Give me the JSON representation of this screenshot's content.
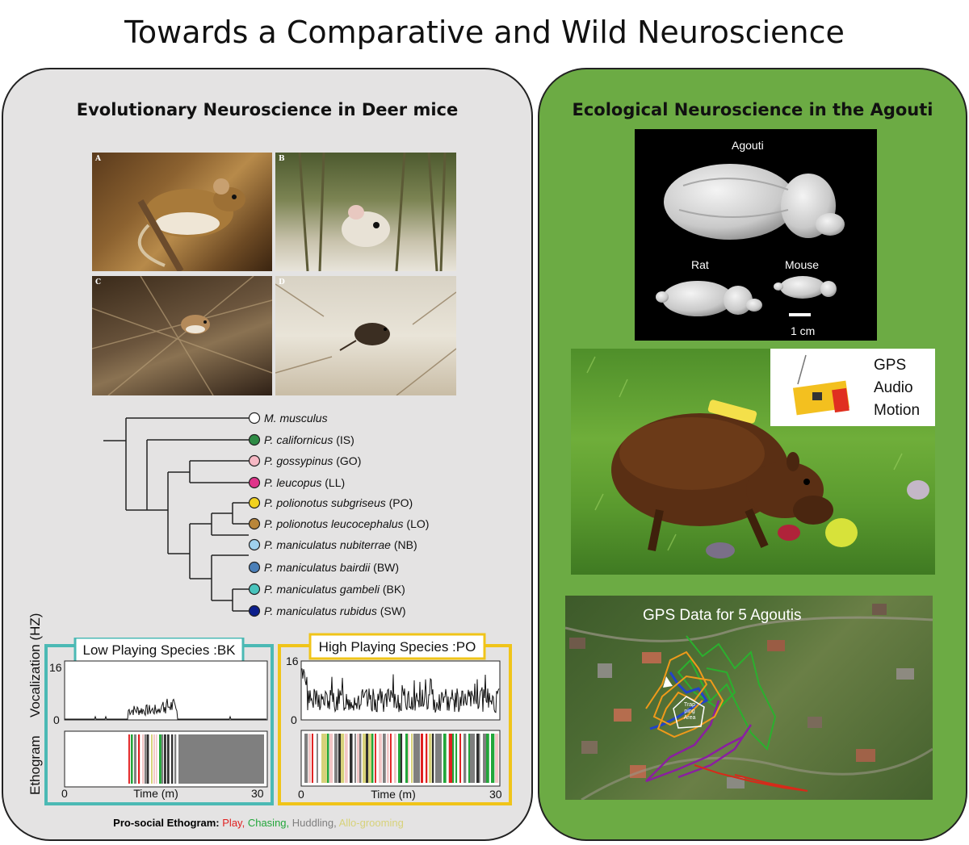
{
  "title": "Towards a Comparative and Wild Neuroscience",
  "left_panel": {
    "title": "Evolutionary Neuroscience in Deer mice",
    "photo_letters": [
      "A",
      "B",
      "C",
      "D"
    ],
    "phylogeny": [
      {
        "name": "M. musculus",
        "code": "",
        "color": "#ffffff"
      },
      {
        "name": "P. californicus",
        "code": "(IS)",
        "color": "#2e8b45"
      },
      {
        "name": "P. gossypinus",
        "code": "(GO)",
        "color": "#f6b8c4"
      },
      {
        "name": "P. leucopus",
        "code": "(LL)",
        "color": "#e0338a"
      },
      {
        "name": "P. polionotus subgriseus",
        "code": "(PO)",
        "color": "#f2d21e"
      },
      {
        "name": "P. polionotus leucocephalus",
        "code": "(LO)",
        "color": "#b9863a"
      },
      {
        "name": "P. maniculatus nubiterrae",
        "code": "(NB)",
        "color": "#9fd1ee"
      },
      {
        "name": "P. maniculatus bairdii",
        "code": "(BW)",
        "color": "#4a7fb8"
      },
      {
        "name": "P. maniculatus gambeli",
        "code": "(BK)",
        "color": "#49c4bd"
      },
      {
        "name": "P. maniculatus rubidus",
        "code": "(SW)",
        "color": "#0c1f8c"
      }
    ],
    "vocalization_axis": "Vocalization (HZ)",
    "ethogram_axis": "Ethogram",
    "low": {
      "title": "Low Playing Species :BK",
      "frame_color": "#4bb9b4",
      "y_max": "16",
      "y_min": "0",
      "x_min": "0",
      "x_max": "30",
      "x_label": "Time (m)"
    },
    "high": {
      "title": "High Playing Species :PO",
      "frame_color": "#f0c419",
      "y_max": "16",
      "y_min": "0",
      "x_min": "0",
      "x_max": "30",
      "x_label": "Time (m)"
    },
    "legend": {
      "prefix": "Pro-social Ethogram:",
      "play": "Play,",
      "chasing": "Chasing,",
      "huddling": "Huddling,",
      "allo": "Allo-grooming",
      "play_color": "#e02020",
      "chasing_color": "#22a63a",
      "huddling_color": "#7f7f7f",
      "allo_color": "#d7d27a"
    }
  },
  "right_panel": {
    "title": "Ecological Neuroscience in the Agouti",
    "brains": {
      "agouti": "Agouti",
      "rat": "Rat",
      "mouse": "Mouse",
      "scale": "1 cm"
    },
    "tracker": [
      "GPS",
      "Audio",
      "Motion"
    ],
    "gps_title": "GPS Data for 5 Agoutis",
    "trap_label": "Trap ping Area"
  }
}
